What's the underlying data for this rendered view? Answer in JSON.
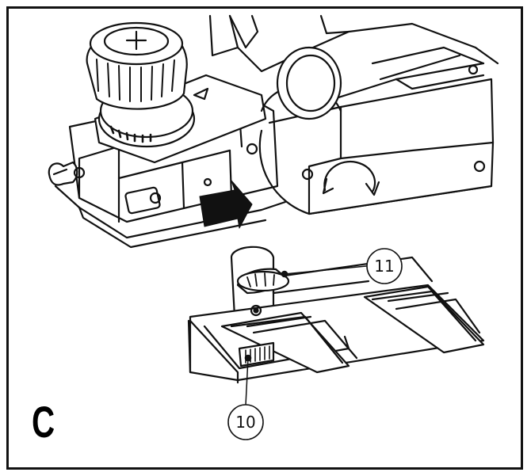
{
  "figure": {
    "label": "C",
    "callouts": [
      {
        "id": "callout-11",
        "text": "11"
      },
      {
        "id": "callout-10",
        "text": "10"
      }
    ]
  },
  "colors": {
    "line": "#111111",
    "shade": "#d9d9d9",
    "background": "#ffffff"
  }
}
